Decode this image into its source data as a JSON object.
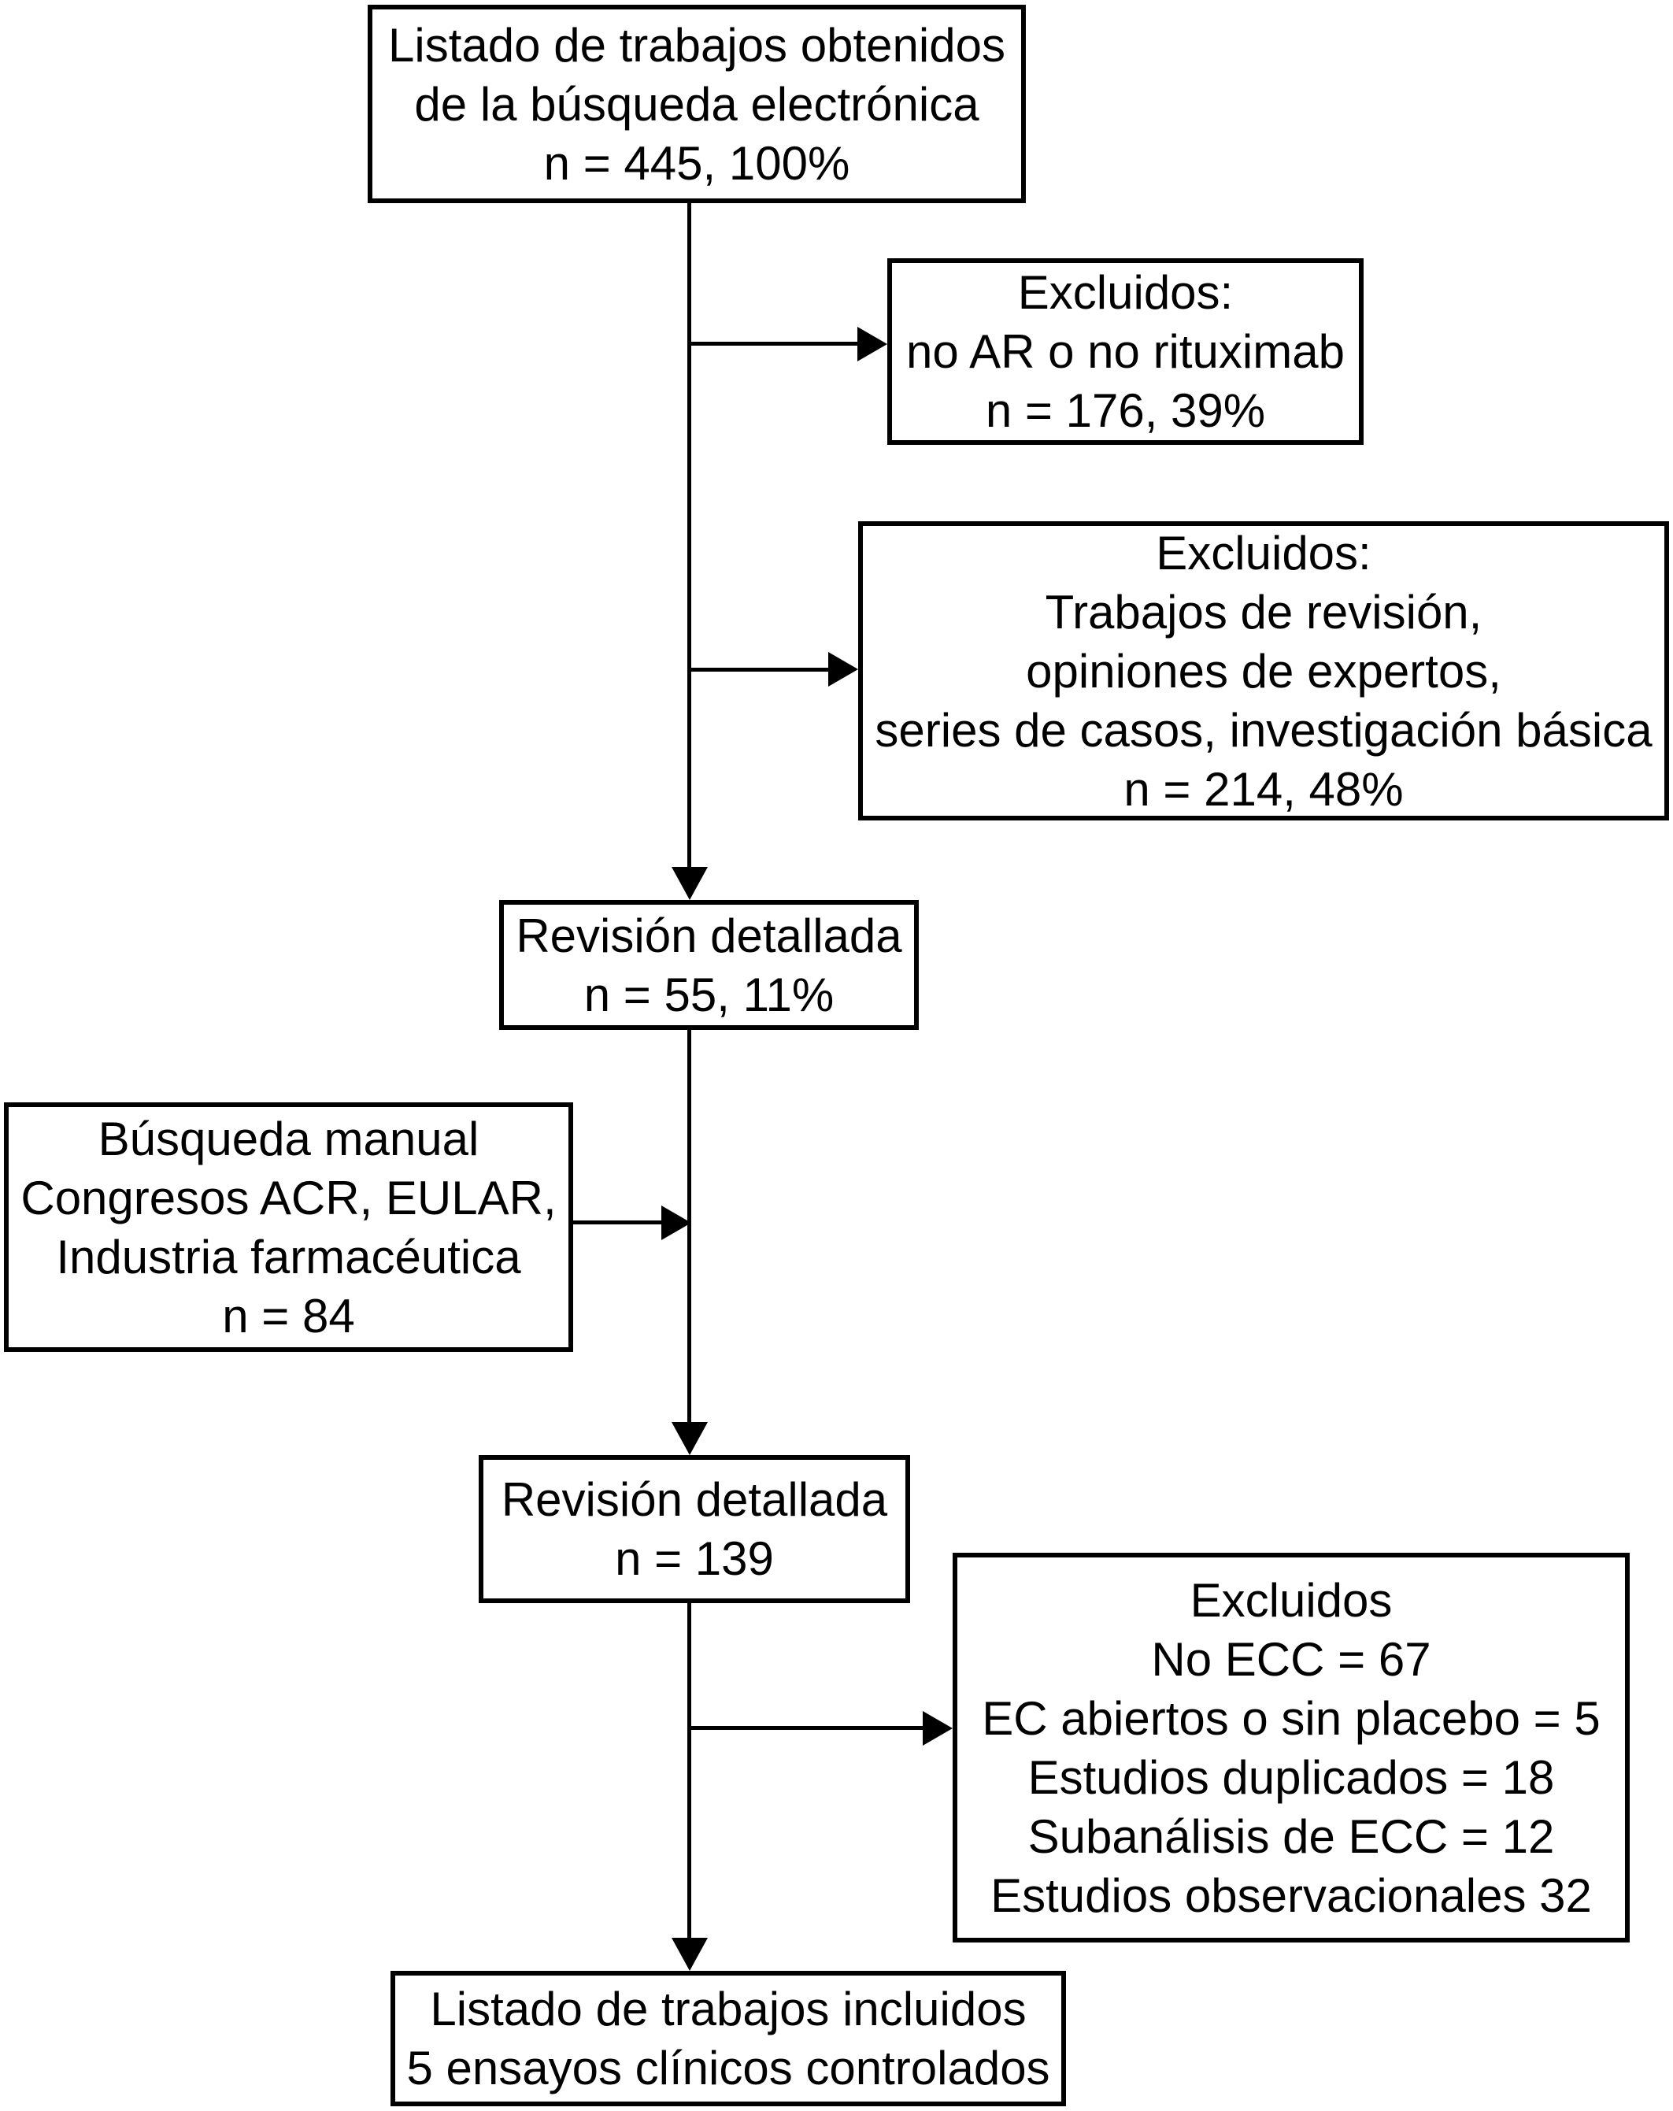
{
  "diagram": {
    "boxes": {
      "electronic_search": {
        "lines": [
          "Listado de trabajos obtenidos",
          "de la búsqueda electrónica",
          "n = 445, 100%"
        ]
      },
      "excluded_electronic": {
        "lines": [
          "Excluidos:",
          "no AR o no rituximab",
          "n = 176, 39%"
        ]
      },
      "excluded_review_types": {
        "lines": [
          "Excluidos:",
          "Trabajos de revisión,",
          "opiniones de expertos,",
          "series de casos, investigación básica",
          "n = 214, 48%"
        ]
      },
      "detailed_review_first": {
        "lines": [
          "Revisión detallada",
          "n = 55, 11%"
        ]
      },
      "manual_search": {
        "lines": [
          "Búsqueda manual",
          "Congresos ACR, EULAR,",
          "Industria farmacéutica",
          "n = 84"
        ]
      },
      "detailed_review_second": {
        "lines": [
          "Revisión detallada",
          "n = 139"
        ]
      },
      "excluded_final": {
        "lines": [
          "Excluidos",
          "No ECC = 67",
          "EC abiertos o sin placebo = 5",
          "Estudios duplicados = 18",
          "Subanálisis de ECC = 12",
          "Estudios observacionales 32"
        ]
      },
      "included_studies": {
        "lines": [
          "Listado de trabajos incluidos",
          "5 ensayos clínicos controlados"
        ]
      }
    },
    "colors": {
      "line": "#000000",
      "text": "#000000",
      "background": "#ffffff"
    }
  }
}
